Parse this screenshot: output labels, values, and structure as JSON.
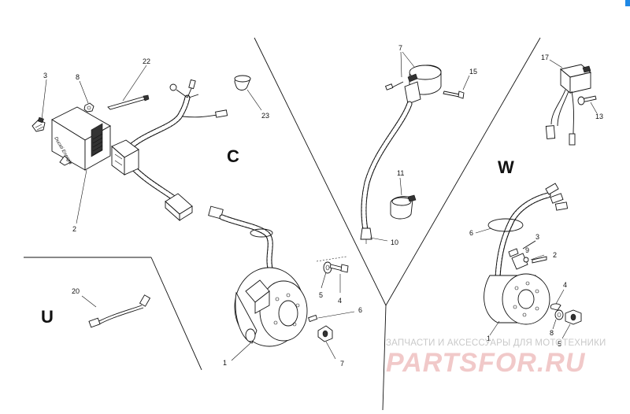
{
  "diagram": {
    "section_labels": {
      "c": "C",
      "w": "W",
      "u": "U"
    },
    "callouts": {
      "c_2": "2",
      "c_3": "3",
      "c_8": "8",
      "c_22": "22",
      "c_23": "23",
      "c_1": "1",
      "c_5": "5",
      "c_4": "4",
      "c_6": "6",
      "c_7": "7",
      "mid_7": "7",
      "mid_15": "15",
      "mid_11": "11",
      "mid_10": "10",
      "w_17": "17",
      "w_13": "13",
      "w_6": "6",
      "w_3": "3",
      "w_9": "9",
      "w_2": "2",
      "w_4": "4",
      "w_1": "1",
      "w_8": "8",
      "w_5": "5",
      "u_20": "20"
    },
    "watermark": {
      "line1": "ЗАПЧАСТИ И АКСЕССУАРЫ ДЛЯ МОТОТЕХНИКИ",
      "line2": "PARTSFOR.RU"
    },
    "colors": {
      "ink": "#111111",
      "background": "#ffffff",
      "watermark_red": "#f1c9c9",
      "watermark_gray": "#c9c9c9",
      "corner_blue": "#1e88e5"
    }
  }
}
